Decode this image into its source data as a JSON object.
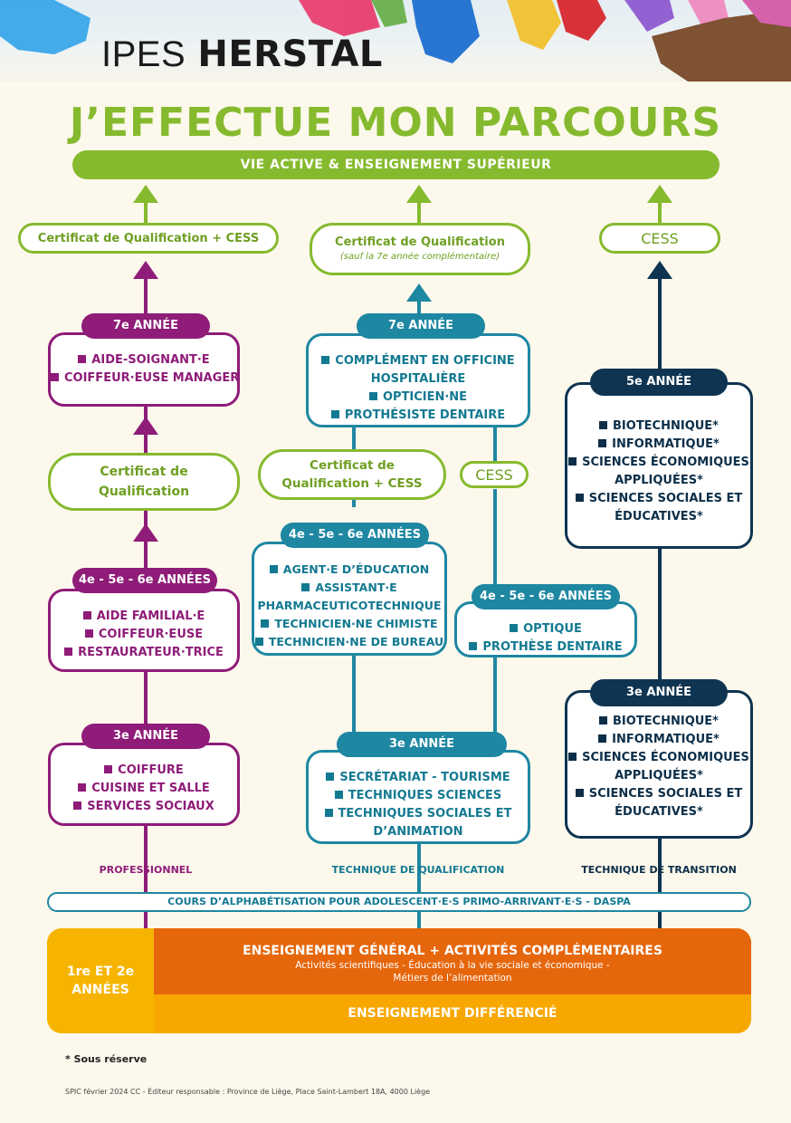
{
  "header": {
    "brand_light": "IPES",
    "brand_bold": "HERSTAL"
  },
  "title": "J’EFFECTUE MON PARCOURS",
  "top_bar": "VIE ACTIVE  &  ENSEIGNEMENT SUPÉRIEUR",
  "colors": {
    "green": "#86ba2e",
    "professionnel": "#8e1c78",
    "technique_qualification": "#1e87a2",
    "technique_transition": "#0e3451",
    "orange": "#e6660c",
    "yellow": "#f8a700"
  },
  "professionnel": {
    "outcome": "Certificat de Qualification + CESS",
    "annee7": {
      "badge": "7e ANNÉE",
      "items": [
        "AIDE-SOIGNANT·E",
        "COIFFEUR·EUSE MANAGER"
      ]
    },
    "certificat": "Certificat de Qualification",
    "annees456": {
      "badge": "4e - 5e - 6e ANNÉES",
      "items": [
        "AIDE FAMILIAL·E",
        "COIFFEUR·EUSE",
        "RESTAURATEUR·TRICE"
      ]
    },
    "annee3": {
      "badge": "3e ANNÉE",
      "items": [
        "COIFFURE",
        "CUISINE ET SALLE",
        "SERVICES SOCIAUX"
      ]
    },
    "label": "PROFESSIONNEL"
  },
  "technique_qualification": {
    "outcome_line1": "Certificat de Qualification",
    "outcome_line2": "(sauf la 7e année complémentaire)",
    "annee7": {
      "badge": "7e ANNÉE",
      "items": [
        "COMPLÉMENT EN OFFICINE",
        "HOSPITALIÈRE",
        "OPTICIEN·NE",
        "PROTHÉSISTE DENTAIRE"
      ]
    },
    "certificat_cess_line1": "Certificat de",
    "certificat_cess_line2": "Qualification + CESS",
    "cess": "CESS",
    "annees456a": {
      "badge": "4e - 5e - 6e ANNÉES",
      "items": [
        "AGENT·E D’ÉDUCATION",
        "ASSISTANT·E",
        "PHARMACEUTICOTECHNIQUE",
        "TECHNICIEN·NE CHIMISTE",
        "TECHNICIEN·NE DE BUREAU"
      ]
    },
    "annees456b": {
      "badge": "4e - 5e - 6e ANNÉES",
      "items": [
        "OPTIQUE",
        "PROTHÈSE DENTAIRE"
      ]
    },
    "annee3": {
      "badge": "3e ANNÉE",
      "items": [
        "SECRÉTARIAT - TOURISME",
        "TECHNIQUES SCIENCES",
        "TECHNIQUES SOCIALES ET",
        "D’ANIMATION"
      ]
    },
    "label": "TECHNIQUE DE QUALIFICATION"
  },
  "technique_transition": {
    "outcome": "CESS",
    "annee5": {
      "badge": "5e ANNÉE",
      "items": [
        "BIOTECHNIQUE*",
        "INFORMATIQUE*",
        "SCIENCES ÉCONOMIQUES",
        "APPLIQUÉES*",
        "SCIENCES SOCIALES ET",
        "ÉDUCATIVES*"
      ]
    },
    "annee3": {
      "badge": "3e ANNÉE",
      "items": [
        "BIOTECHNIQUE*",
        "INFORMATIQUE*",
        "SCIENCES ÉCONOMIQUES",
        "APPLIQUÉES*",
        "SCIENCES SOCIALES ET",
        "ÉDUCATIVES*"
      ]
    },
    "label": "TECHNIQUE DE TRANSITION"
  },
  "daspa": "COURS D’ALPHABÉTISATION POUR ADOLESCENT·E·S PRIMO-ARRIVANT·E·S - DASPA",
  "bottom": {
    "years": "1re ET 2e ANNÉES",
    "general_title": "ENSEIGNEMENT GÉNÉRAL + ACTIVITÉS COMPLÉMENTAIRES",
    "general_sub1": "Activités scientifiques - Éducation à la vie sociale et économique -",
    "general_sub2": "Métiers de l’alimentation",
    "differencie": "ENSEIGNEMENT DIFFÉRENCIÉ"
  },
  "footnote": "* Sous réserve",
  "credits": "SPIC février 2024 CC - Éditeur responsable : Province de Liège, Place Saint-Lambert 18A, 4000 Liège"
}
